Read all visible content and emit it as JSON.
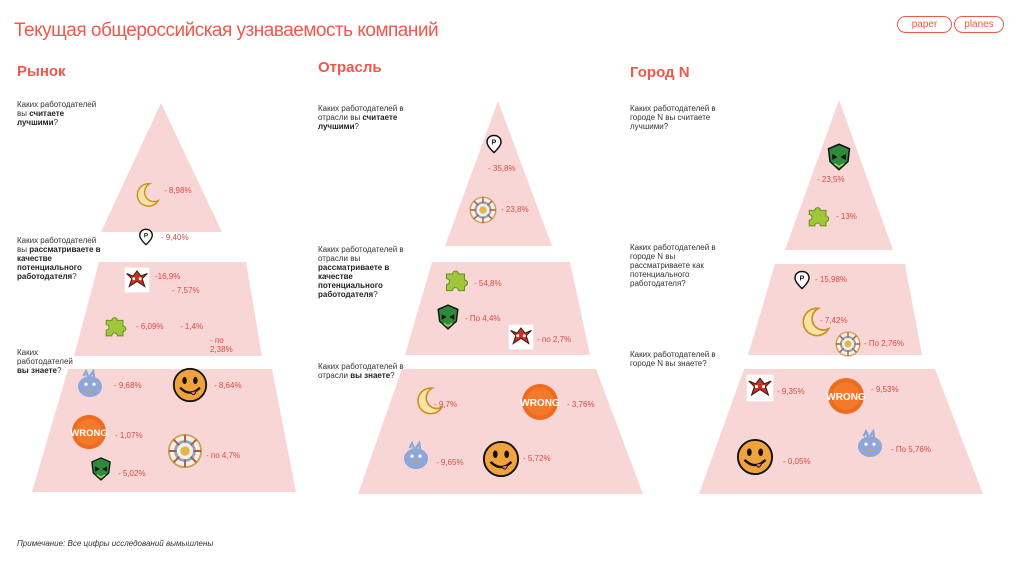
{
  "title": "Текущая общероссийская узнаваемость компаний",
  "logo": {
    "left": "paper",
    "right": "planes"
  },
  "note": "Примечание: Все цифры исследований вымышлены",
  "colors": {
    "accent": "#f0584a",
    "pyramid": "#f9d6d6",
    "percent": "#e04840"
  },
  "columns": [
    {
      "title": "Рынок",
      "q1": {
        "pre": "Каких работодателей вы ",
        "bold": "считаете лучшими",
        "post": "?"
      },
      "q2": {
        "pre": "Каких работодателей вы ",
        "bold": "рассматриваете в качестве потенциального работодателя",
        "post": "?"
      },
      "q3": {
        "pre": "Каких работодателей ",
        "bold": "вы знаете",
        "post": "?"
      },
      "items": [
        {
          "icon": "moon-icon",
          "value": "- 8,98%"
        },
        {
          "icon": "pin-icon",
          "value": "- 9,40%"
        },
        {
          "icon": "mask-icon",
          "value": "-16,9%"
        },
        {
          "icon": "mask-icon-second",
          "value": "- 7,57%"
        },
        {
          "icon": "puzzle-icon",
          "value": "- 6,09%"
        },
        {
          "icon": "puzzle-icon-second",
          "value": "- 1,4%"
        },
        {
          "icon": "puzzle-icon-third",
          "value": "- по 2,38%"
        },
        {
          "icon": "bird-icon",
          "value": "- 9,68%"
        },
        {
          "icon": "smiley-icon",
          "value": "- 8,64%"
        },
        {
          "icon": "wrong-badge-icon",
          "value": "- 1,07%"
        },
        {
          "icon": "wheel-icon",
          "value": "- по 4,7%"
        },
        {
          "icon": "helmet-icon",
          "value": "- 5,02%"
        }
      ]
    },
    {
      "title": "Отрасль",
      "q1": {
        "pre": "Каких работодателей в отрасли вы ",
        "bold": "считаете лучшими",
        "post": "?"
      },
      "q2": {
        "pre": "Каких работодателей в отрасли вы ",
        "bold": "рассматриваете в качестве потенциального работодателя",
        "post": "?"
      },
      "q3": {
        "pre": "Каких работодателей в отрасли ",
        "bold": "вы знаете",
        "post": "?"
      },
      "items": [
        {
          "icon": "pin-icon",
          "value": "- 35,8%"
        },
        {
          "icon": "wheel-icon",
          "value": "- 23,8%"
        },
        {
          "icon": "puzzle-icon",
          "value": "- 54,8%"
        },
        {
          "icon": "helmet-icon",
          "value": "- По 4,4%"
        },
        {
          "icon": "mask-icon",
          "value": "- по 2,7%"
        },
        {
          "icon": "moon-icon",
          "value": "- 9,7%"
        },
        {
          "icon": "wrong-badge-icon",
          "value": "- 3,76%"
        },
        {
          "icon": "bird-icon",
          "value": "- 9,65%"
        },
        {
          "icon": "smiley-icon",
          "value": "- 5,72%"
        }
      ]
    },
    {
      "title": "Город N",
      "q1": {
        "pre": "Каких работодателей в городе N вы считаете лучшими?",
        "bold": "",
        "post": ""
      },
      "q2": {
        "pre": "Каких работодателей в городе N вы рассматриваете как потенциального работодателя?",
        "bold": "",
        "post": ""
      },
      "q3": {
        "pre": "Каких работодателей в городе N вы знаете?",
        "bold": "",
        "post": ""
      },
      "items": [
        {
          "icon": "helmet-icon",
          "value": "- 23,5%"
        },
        {
          "icon": "puzzle-icon",
          "value": "- 13%"
        },
        {
          "icon": "pin-icon",
          "value": "- 15,98%"
        },
        {
          "icon": "moon-icon",
          "value": "- 7,42%"
        },
        {
          "icon": "wheel-icon",
          "value": "- По 2,76%"
        },
        {
          "icon": "mask-icon",
          "value": "- 9,35%"
        },
        {
          "icon": "wrong-badge-icon",
          "value": "- 9,53%"
        },
        {
          "icon": "smiley-icon",
          "value": "- 0,05%"
        },
        {
          "icon": "bird-icon",
          "value": "- По 5,76%"
        }
      ]
    }
  ]
}
